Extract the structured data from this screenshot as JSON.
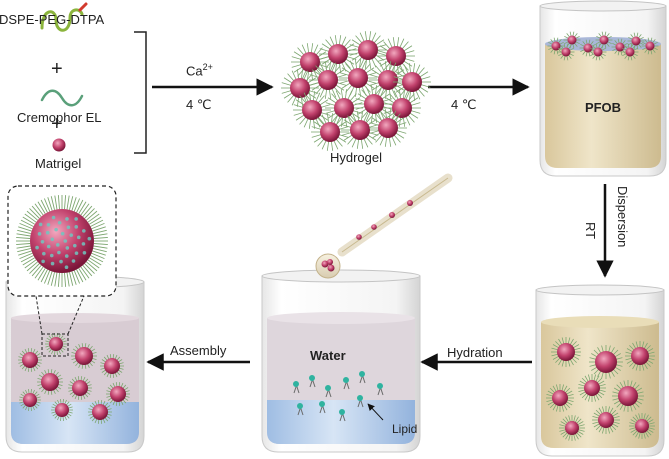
{
  "reagents": {
    "item1": "DSPE-PEG-DTPA",
    "plus1": "+",
    "item2": "Cremophor EL",
    "plus2": "+",
    "item3": "Matrigel"
  },
  "steps": {
    "ca_ion": "Ca",
    "ca_charge": "2+",
    "temp1": "4 ℃",
    "hydrogel": "Hydrogel",
    "temp2": "4 ℃",
    "pfob": "PFOB",
    "dispersion": "Dispersion",
    "rt": "RT",
    "hydration": "Hydration",
    "water": "Water",
    "lipid": "Lipid",
    "assembly": "Assembly"
  },
  "colors": {
    "particle": "#c2426d",
    "particle_dark": "#8e1f45",
    "corona": "#7da670",
    "pfob_liquid": "#e3d6b3",
    "water_liquid": "#b9cfe9",
    "mix_liquid": "#d6cbd0",
    "arrow": "#111111",
    "beaker": "#dcdcdc",
    "lipid_head": "#2fb3a0"
  }
}
